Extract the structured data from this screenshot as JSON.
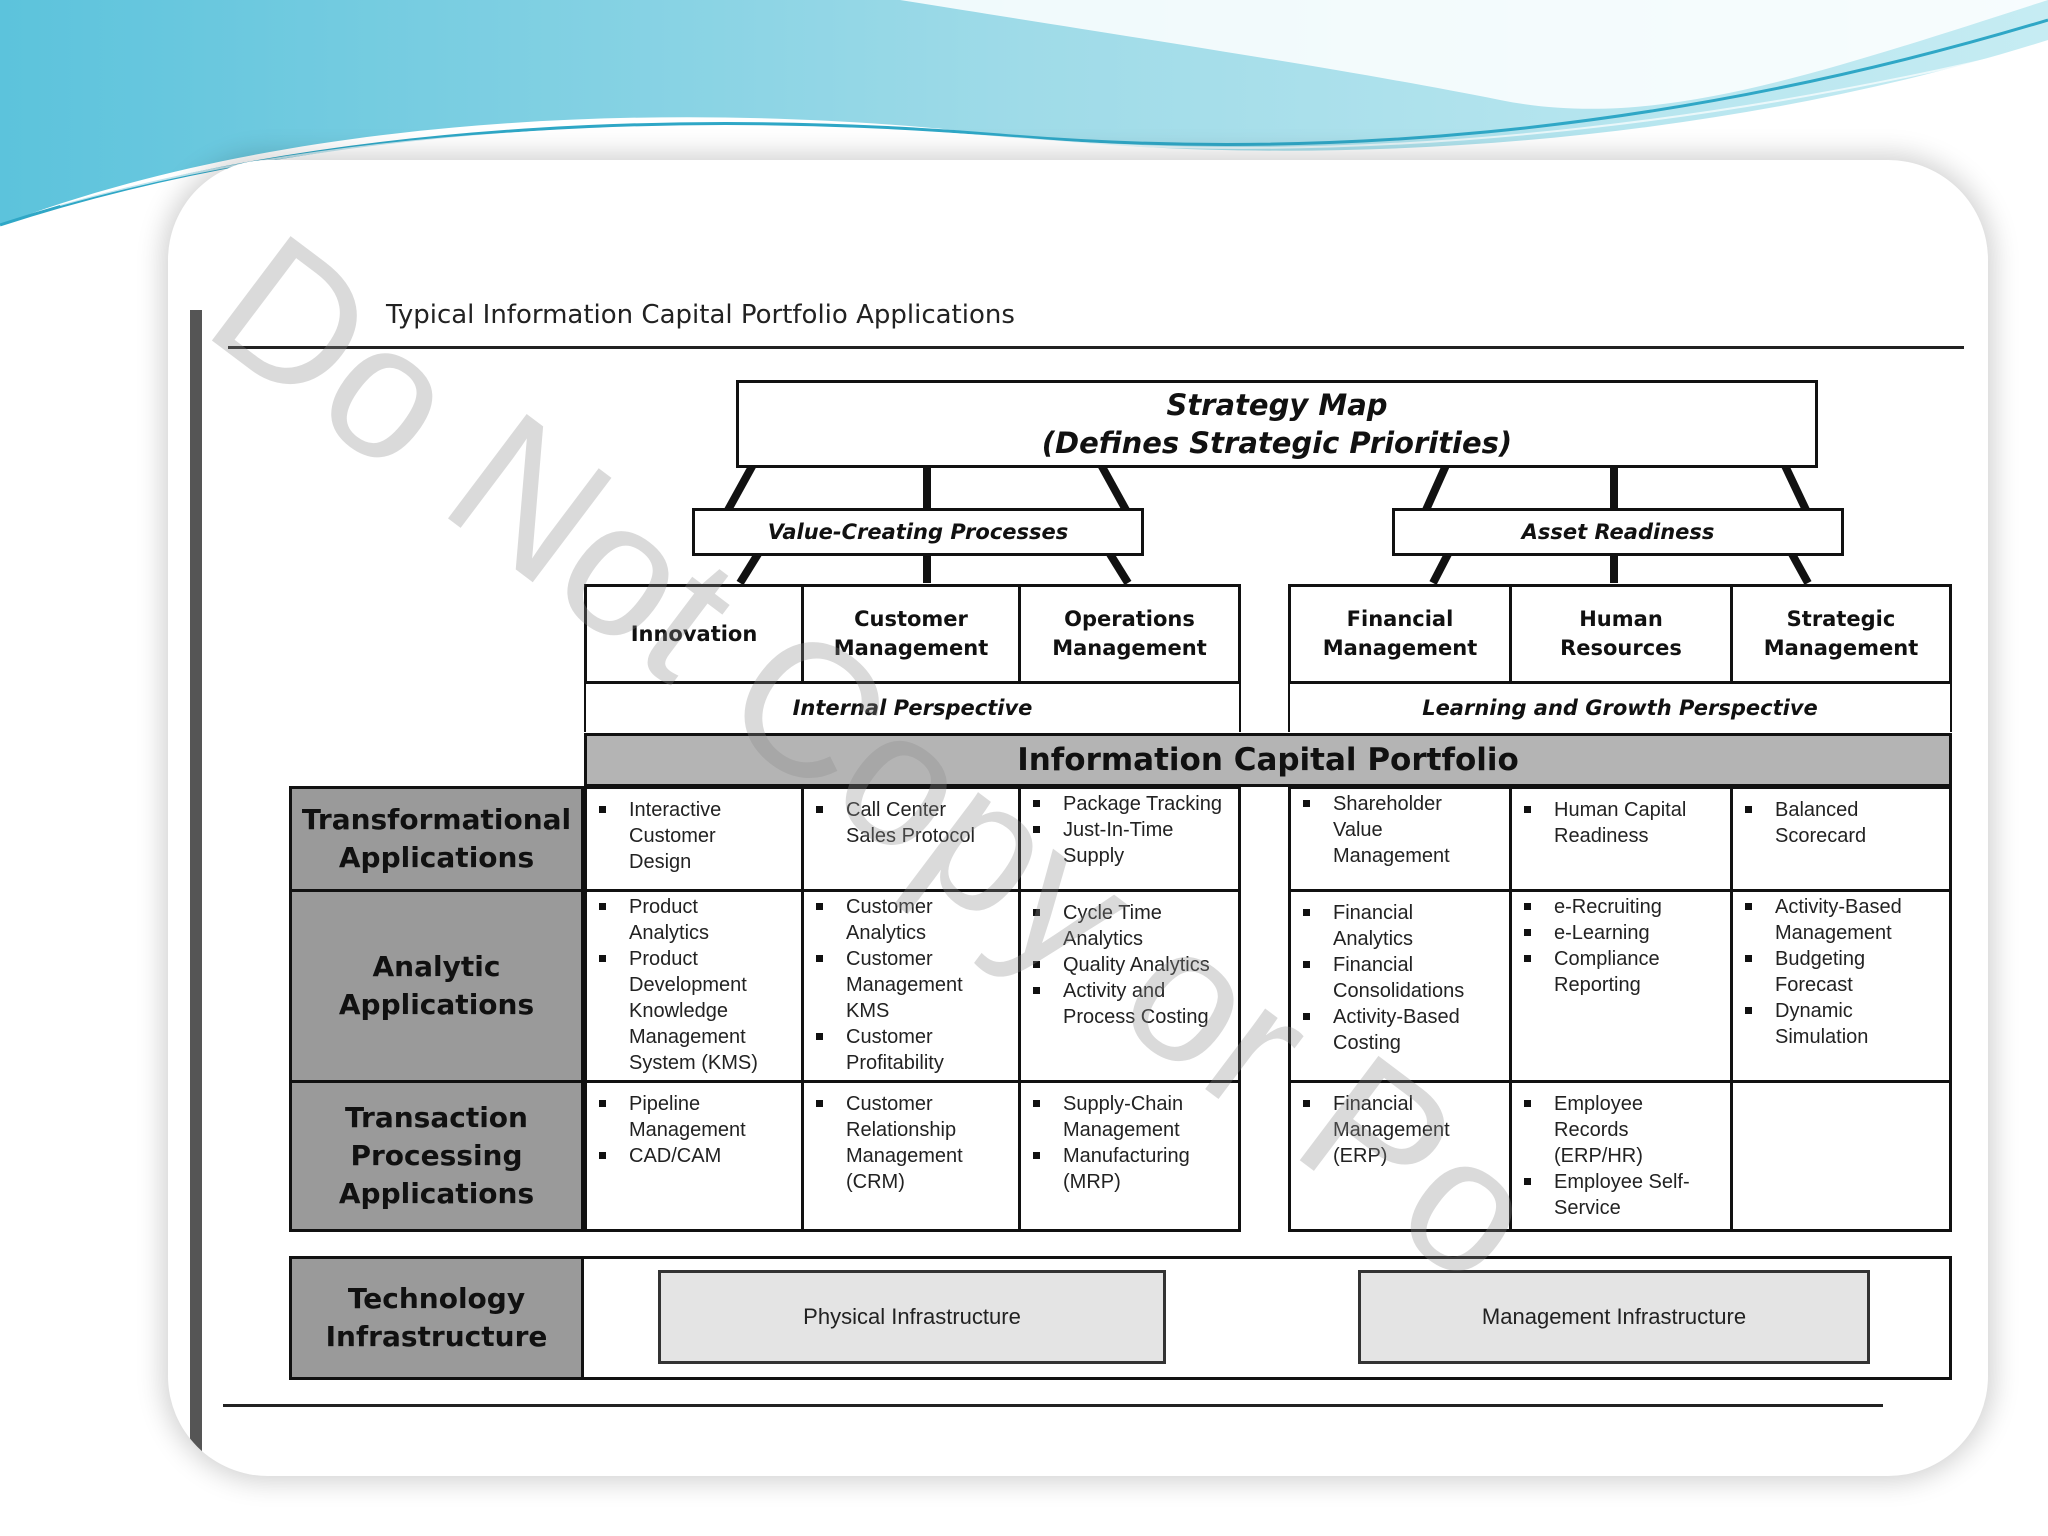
{
  "colors": {
    "slide_bg": "#ffffff",
    "wave_dark": "#2fa7c6",
    "wave_light": "#9fdbe8",
    "label_gray": "#9a9a9a",
    "band_gray": "#b4b4b4",
    "infra_gray": "#e4e4e4"
  },
  "figure": {
    "title": "Typical Information Capital Portfolio Applications",
    "watermark": "Do Not Copy or Po"
  },
  "strategy_map": {
    "line1": "Strategy Map",
    "line2": "(Defines Strategic Priorities)"
  },
  "drivers": {
    "left": "Value-Creating Processes",
    "right": "Asset Readiness"
  },
  "processes": {
    "innovation": "Innovation",
    "customer_management": "Customer\nManagement",
    "operations_management": "Operations\nManagement",
    "financial_management": "Financial\nManagement",
    "human_resources": "Human\nResources",
    "strategic_management": "Strategic\nManagement"
  },
  "perspectives": {
    "internal": "Internal Perspective",
    "learning": "Learning and Growth Perspective"
  },
  "portfolio_title": "Information Capital Portfolio",
  "rows": {
    "transformational": {
      "label": "Transformational\nApplications",
      "cells": [
        [
          "Interactive\nCustomer\nDesign"
        ],
        [
          "Call Center\nSales Protocol"
        ],
        [
          "Package Tracking",
          "Just-In-Time\nSupply"
        ],
        [
          "Shareholder\nValue\nManagement"
        ],
        [
          "Human Capital\nReadiness"
        ],
        [
          "Balanced\nScorecard"
        ]
      ]
    },
    "analytic": {
      "label": "Analytic\nApplications",
      "cells": [
        [
          "Product\nAnalytics",
          "Product\nDevelopment\nKnowledge\nManagement\nSystem (KMS)"
        ],
        [
          "Customer\nAnalytics",
          "Customer\nManagement\nKMS",
          "Customer\nProfitability"
        ],
        [
          "Cycle Time\nAnalytics",
          "Quality Analytics",
          "Activity and\nProcess Costing"
        ],
        [
          "Financial\nAnalytics",
          "Financial\nConsolidations",
          "Activity-Based\nCosting"
        ],
        [
          "e-Recruiting",
          "e-Learning",
          "Compliance\nReporting"
        ],
        [
          "Activity-Based\nManagement",
          "Budgeting\nForecast",
          "Dynamic\nSimulation"
        ]
      ]
    },
    "transaction": {
      "label": "Transaction\nProcessing\nApplications",
      "cells": [
        [
          "Pipeline\nManagement",
          "CAD/CAM"
        ],
        [
          "Customer\nRelationship\nManagement\n(CRM)"
        ],
        [
          "Supply-Chain\nManagement",
          "Manufacturing\n(MRP)"
        ],
        [
          "Financial\nManagement\n(ERP)"
        ],
        [
          "Employee\nRecords\n(ERP/HR)",
          "Employee Self-\nService"
        ],
        []
      ]
    },
    "technology": {
      "label": "Technology\nInfrastructure",
      "physical": "Physical Infrastructure",
      "management": "Management Infrastructure"
    }
  }
}
